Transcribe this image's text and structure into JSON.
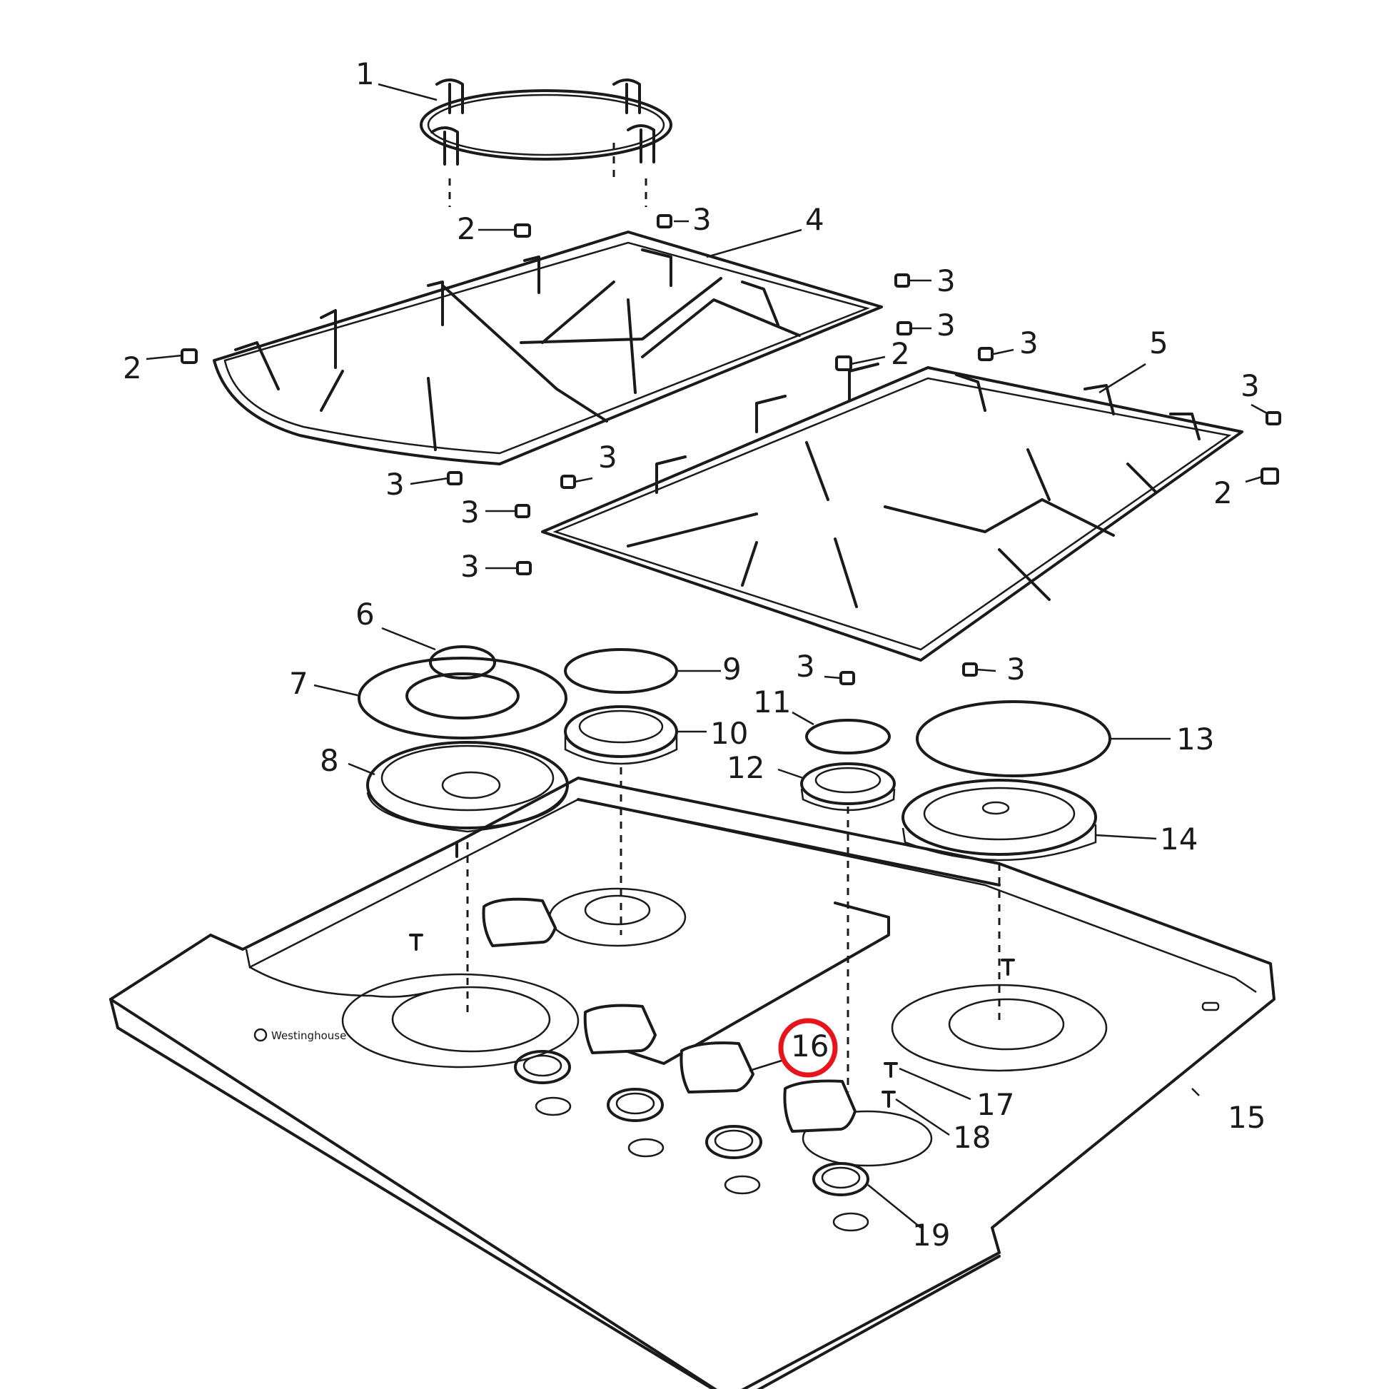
{
  "diagram": {
    "brand_mark": "Westinghouse",
    "highlight_color": "#e8141b",
    "highlighted_callout": "16",
    "callouts": {
      "c1": "1",
      "c2a": "2",
      "c2b": "2",
      "c2c": "2",
      "c2d": "2",
      "c3a": "3",
      "c3b": "3",
      "c3c": "3",
      "c3d": "3",
      "c3e": "3",
      "c3f": "3",
      "c3g": "3",
      "c3h": "3",
      "c3i": "3",
      "c3j": "3",
      "c3k": "3",
      "c4": "4",
      "c5": "5",
      "c6": "6",
      "c7": "7",
      "c8": "8",
      "c9": "9",
      "c10": "10",
      "c11": "11",
      "c12": "12",
      "c13": "13",
      "c14": "14",
      "c15": "15",
      "c16": "16",
      "c17": "17",
      "c18": "18",
      "c19": "19"
    }
  }
}
